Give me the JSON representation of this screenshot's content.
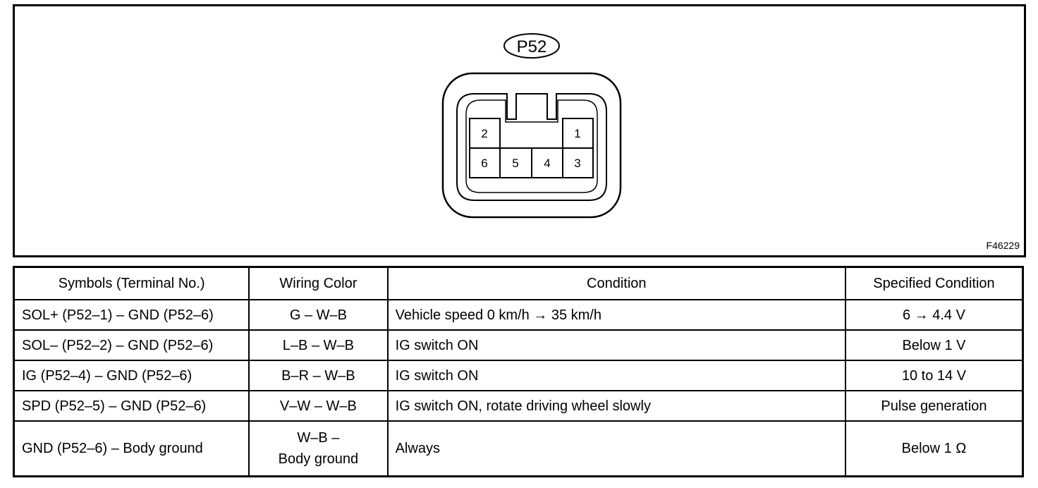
{
  "connector": {
    "label": "P52",
    "pins": [
      "1",
      "2",
      "3",
      "4",
      "5",
      "6"
    ],
    "figure_code": "F46229"
  },
  "table": {
    "headers": [
      "Symbols (Terminal No.)",
      "Wiring Color",
      "Condition",
      "Specified Condition"
    ],
    "rows": [
      {
        "symbols": "SOL+ (P52–1) – GND (P52–6)",
        "wiring_color": "G – W–B",
        "wiring_color_line2": "",
        "condition": "Vehicle speed 0 km/h → 35 km/h",
        "specified": "6 → 4.4 V"
      },
      {
        "symbols": "SOL– (P52–2) – GND (P52–6)",
        "wiring_color": "L–B – W–B",
        "wiring_color_line2": "",
        "condition": "IG switch ON",
        "specified": "Below 1 V"
      },
      {
        "symbols": "IG (P52–4) – GND (P52–6)",
        "wiring_color": "B–R – W–B",
        "wiring_color_line2": "",
        "condition": "IG switch ON",
        "specified": "10 to 14 V"
      },
      {
        "symbols": "SPD (P52–5) – GND (P52–6)",
        "wiring_color": "V–W – W–B",
        "wiring_color_line2": "",
        "condition": "IG switch ON, rotate driving wheel slowly",
        "specified": "Pulse generation"
      },
      {
        "symbols": "GND (P52–6) – Body ground",
        "wiring_color": "W–B –",
        "wiring_color_line2": "Body ground",
        "condition": "Always",
        "specified": "Below 1 Ω"
      }
    ]
  }
}
